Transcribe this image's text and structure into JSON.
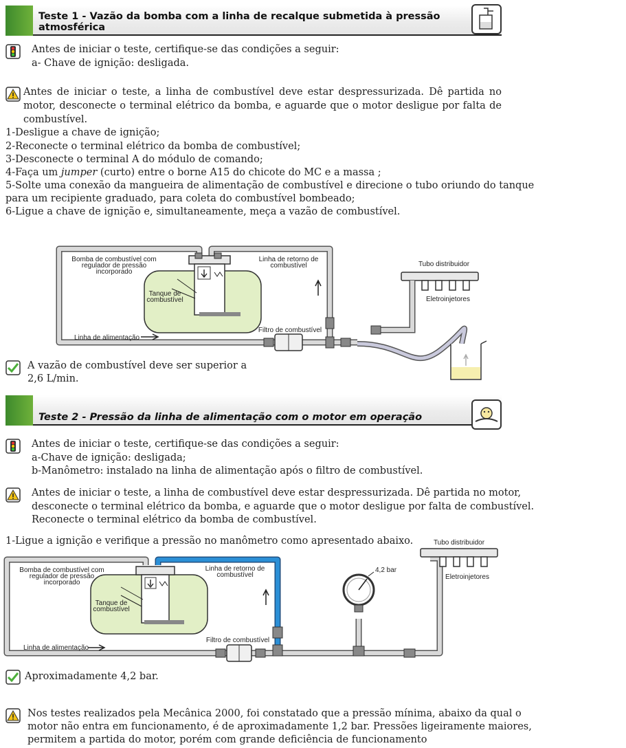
{
  "section1": {
    "title": "Teste 1 - Vazão da bomba com a linha de recalque submetida à pressão atmosférica",
    "conditions_intro": "Antes de iniciar o teste, certifique-se das condições a seguir:",
    "conditions": [
      "a- Chave de ignição: desligada."
    ],
    "warning": "Antes de iniciar o teste, a linha de combustível deve estar despressurizada. Dê partida no motor, desconecte o terminal elétrico da bomba, e aguarde que o motor desligue por falta de combustível.",
    "steps": {
      "s1": "1-Desligue a chave de ignição;",
      "s2": "2-Reconecte o terminal elétrico da bomba de combustível;",
      "s3": "3-Desconecte o terminal A do módulo de comando;",
      "s4_pre": "4-Faça um ",
      "s4_em": "jumper",
      "s4_post": " (curto) entre o borne A15 do chicote do MC e a massa ;",
      "s5a": "5-Solte uma conexão da mangueira de alimentação de combustível e direcione o tubo oriundo do tanque",
      "s5b": "para um recipiente graduado, para coleta do combustível bombeado;",
      "s6": "6-Ligue a chave de ignição e, simultaneamente,  meça a vazão de combustível."
    },
    "diagram": {
      "pump_label": [
        "Bomba de combustível com",
        "regulador de pressão",
        "incorporado"
      ],
      "tank_label": [
        "Tanque de",
        "combustível"
      ],
      "return_label": [
        "Linha de retorno de",
        "combustível"
      ],
      "filter_label": "Filtro de combustível",
      "feed_label": "Linha de alimentação",
      "rail_label": "Tubo distribuidor",
      "injectors_label": "Eletroinjetores"
    },
    "result_line1": "A vazão de combustível deve ser superior a",
    "result_line2": "2,6 L/min."
  },
  "section2": {
    "title": "Teste 2 - Pressão da linha de alimentação com o motor em operação",
    "conditions_intro": "Antes de iniciar o teste, certifique-se das condições a seguir:",
    "conditions": [
      "a-Chave de ignição: desligada;",
      "b-Manômetro: instalado na linha de alimentação após o filtro de combustível."
    ],
    "warning_l1": "Antes de iniciar o teste, a linha de combustível deve estar despressurizada. Dê partida no motor,",
    "warning_l2": "desconecte o terminal elétrico da bomba, e aguarde que o motor desligue por falta de combustível.",
    "warning_l3": "Reconecte o terminal elétrico da bomba de combustível.",
    "step1": "1-Ligue a ignição e verifique a pressão no manômetro como apresentado abaixo.",
    "diagram": {
      "pump_label": [
        "Bomba de combustível com",
        "regulador de pressão",
        "incorporado"
      ],
      "tank_label": [
        "Tanque de",
        "combustível"
      ],
      "return_label": [
        "Linha de retorno de",
        "combustível"
      ],
      "filter_label": "Filtro de combustível",
      "feed_label": "Linha de alimentação",
      "rail_label": "Tubo distribuidor",
      "injectors_label": "Eletroinjetores",
      "gauge_label": "4,2 bar"
    },
    "result": "Aproximadamente 4,2 bar.",
    "note_l1": "Nos testes realizados pela Mecânica 2000, foi constatado que a pressão mínima, abaixo da qual o",
    "note_l2": "motor não entra em funcionamento, é de aproximadamente 1,2 bar. Pressões ligeiramente maiores,",
    "note_l3": "permitem a partida do motor, porém com grande deficiência de funcionamento"
  },
  "colors": {
    "green": "#4f9a31",
    "blue_line": "#2b8fd6",
    "tank": "#e2efc6",
    "warning": "#f2c316",
    "check": "#4caf3a"
  },
  "icons": {
    "traffic-light": "semaphore-icon",
    "warning": "warning-icon",
    "check": "check-icon"
  }
}
